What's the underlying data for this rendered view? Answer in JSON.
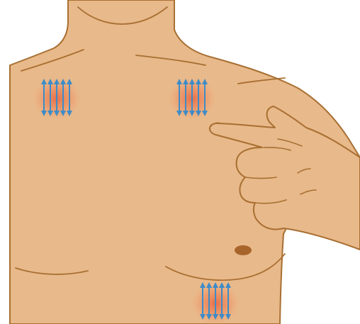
{
  "illustration": {
    "subject": "bare-torso-chest-with-pointing-hand",
    "colors": {
      "skin": "#E8B98A",
      "outline": "#A86F32",
      "nipple": "#A8652B",
      "glow": "#E86A44",
      "arrow": "#3D8CC8",
      "background": "#FFFFFF"
    },
    "markers": [
      {
        "id": "left-shoulder-marker",
        "icon": "vertical-double-arrows",
        "arrow_count": 5
      },
      {
        "id": "right-shoulder-marker",
        "icon": "vertical-double-arrows",
        "arrow_count": 5
      },
      {
        "id": "lower-chest-marker",
        "icon": "vertical-double-arrows",
        "arrow_count": 5
      }
    ]
  }
}
